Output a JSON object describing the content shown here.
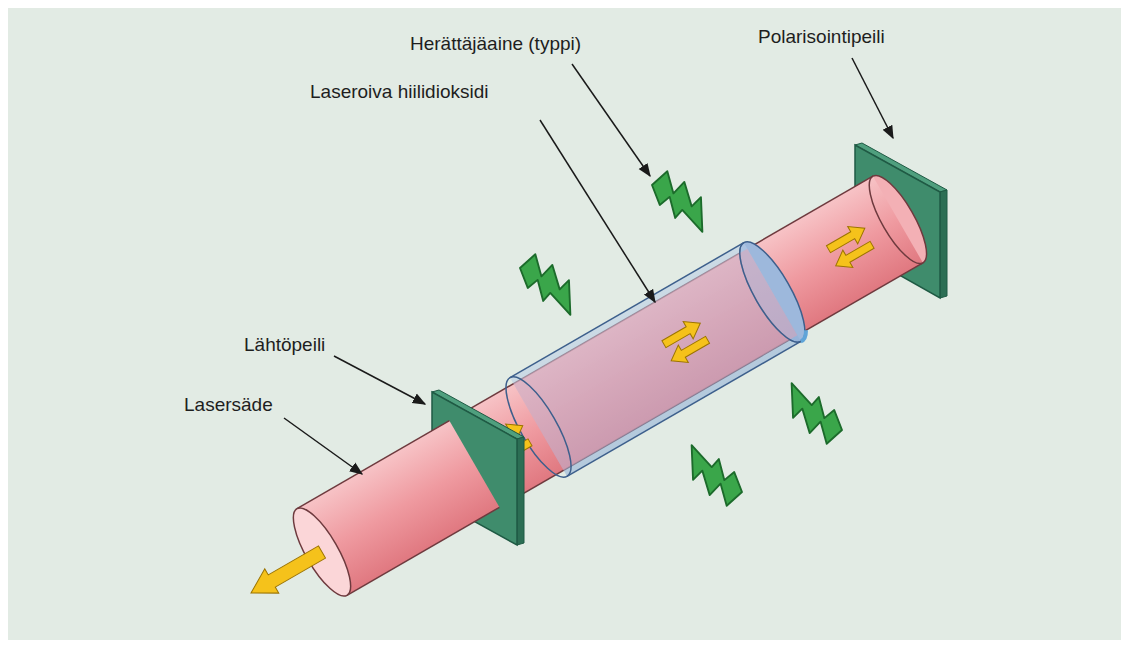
{
  "diagram": {
    "labels": [
      "Herättäjäaine (typpi)",
      "Polarisointipeili",
      "Laseroiva hiilidioksidi",
      "Lähtöpeili",
      "Lasersäde"
    ]
  }
}
